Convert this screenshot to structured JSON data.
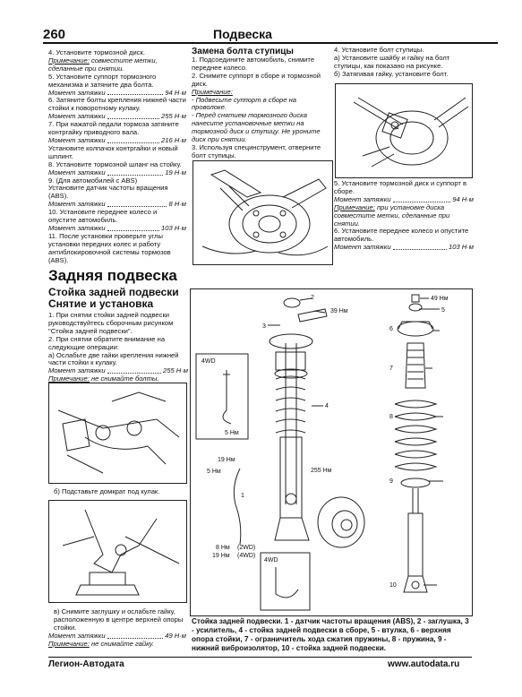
{
  "header": {
    "page_number": "260",
    "title": "Подвеска"
  },
  "col1_top": [
    {
      "type": "p",
      "text": "4. Установите тормозной диск."
    },
    {
      "type": "note",
      "label": "Примечание:",
      "text": " совместите метки, сделанные при снятии."
    },
    {
      "type": "p",
      "text": "5. Установите суппорт тормозного механизма и затяните два болта."
    },
    {
      "type": "torque",
      "label": "Момент затяжки",
      "value": "94 Н·м"
    },
    {
      "type": "p",
      "text": "6. Затяните болты крепления нижней части стойки к поворотному кулаку."
    },
    {
      "type": "torque",
      "label": "Момент затяжки",
      "value": "255 Н·м"
    },
    {
      "type": "p",
      "text": "7. При нажатой педали тормоза затяните контргайку приводного вала."
    },
    {
      "type": "torque",
      "label": "Момент затяжки",
      "value": "216 Н·м"
    },
    {
      "type": "p",
      "text": "Установите колпачок контргайки и новый шплинт."
    },
    {
      "type": "p",
      "text": "8. Установите тормозной шланг на стойку."
    },
    {
      "type": "torque",
      "label": "Момент затяжки",
      "value": "19 Н·м"
    },
    {
      "type": "p",
      "text": "9. (Для автомобилей с ABS)"
    },
    {
      "type": "p",
      "text": "Установите датчик частоты вращения (ABS)."
    },
    {
      "type": "torque",
      "label": "Момент затяжки",
      "value": "8 Н·м"
    },
    {
      "type": "p",
      "text": "10. Установите переднее колесо и опустите автомобиль."
    },
    {
      "type": "torque",
      "label": "Момент затяжки",
      "value": "103 Н·м"
    },
    {
      "type": "p",
      "text": "11. После установки проверьте углы установки передних колес и работу антиблокировочной системы тормозов (ABS)."
    }
  ],
  "col2_top": {
    "heading": "Замена болта ступицы",
    "items": [
      {
        "type": "p",
        "text": "1. Подсоедините автомобиль, снимите переднее колесо."
      },
      {
        "type": "p",
        "text": "2. Снимите суппорт в сборе и тормозной диск."
      },
      {
        "type": "note_head",
        "label": "Примечание:"
      },
      {
        "type": "i",
        "text": "- Подвесьте суппорт в сборе на проволоке."
      },
      {
        "type": "i",
        "text": "- Перед снятием тормозного диска нанесите установочные метки на тормозной диск и ступицу. Не уроните диск при снятии."
      },
      {
        "type": "p",
        "text": "3. Используя специнструмент, отверните болт ступицы."
      }
    ]
  },
  "col3_top": {
    "items_a": [
      {
        "type": "p",
        "text": "4. Установите болт ступицы."
      },
      {
        "type": "p",
        "text": "а) Установите шайбу и гайку на болт ступицы, как показано на рисунке."
      },
      {
        "type": "p",
        "text": "б) Затягивая гайку, установите болт."
      }
    ],
    "items_b": [
      {
        "type": "p",
        "text": "5. Установите тормозной диск и суппорт в сборе."
      },
      {
        "type": "torque",
        "label": "Момент затяжки",
        "value": "94 Н·м"
      },
      {
        "type": "note",
        "label": "Примечание:",
        "text": " при установке диска совместите метки, сделанные при снятии."
      },
      {
        "type": "p",
        "text": "6. Установите переднее колесо и опустите автомобиль."
      },
      {
        "type": "torque",
        "label": "Момент затяжки",
        "value": "103 Н·м"
      }
    ]
  },
  "rear": {
    "title": "Задняя подвеска",
    "subtitle": "Стойка задней подвески",
    "subsubtitle": "Снятие и установка",
    "items": [
      {
        "type": "p",
        "text": "1. При снятии стойки задней подвески руководствуйтесь сборочным рисунком \"Стойка задней подвески\"."
      },
      {
        "type": "p",
        "text": "2. При снятии обратите внимание на следующие операции:"
      },
      {
        "type": "p",
        "text": "а) Ослабьте две гайки крепления нижней части стойки к кулаку."
      },
      {
        "type": "torque",
        "label": "Момент затяжки",
        "value": "255 Н·м"
      },
      {
        "type": "note",
        "label": "Примечание:",
        "text": " не снимайте болты."
      }
    ],
    "step_b": "б) Подставьте домкрат под кулак.",
    "step_v": "в) Снимите заглушку и ослабьте гайку, расположенную в центре верхней опоры стойки.",
    "torque_v": {
      "label": "Момент затяжки",
      "value": "49 Н·м"
    },
    "note_v": {
      "label": "Примечание:",
      "text": " не снимайте гайку."
    }
  },
  "diagram": {
    "labels": {
      "n1": "1",
      "n2": "2",
      "n3": "3",
      "n4": "4",
      "n5": "5",
      "n6": "6",
      "n7": "7",
      "n8": "8",
      "n9": "9",
      "n10": "10",
      "t39": "39 Нм",
      "t49": "49 Нм",
      "t5a": "5 Нм",
      "t5b": "5 Нм",
      "t19": "19 Нм",
      "t255": "255 Нм",
      "t8": "8 Нм",
      "t19b": "19 Нм",
      "wd2": "(2WD)",
      "wd4": "(4WD)",
      "box1": "4WD",
      "box2": "4WD"
    },
    "caption": "Стойка задней подвески. 1 - датчик частоты вращения (ABS), 2 - заглушка, 3 - усилитель, 4 - стойка задней подвески в сборе, 5 - втулка, 6 - верхняя опора стойки, 7 - ограничитель хода сжатия пружины, 8 - пружина, 9 - нижний виброизолятор, 10 - стойка задней подвески."
  },
  "footer": {
    "left": "Легион-Автодата",
    "right": "www.autodata.ru"
  }
}
